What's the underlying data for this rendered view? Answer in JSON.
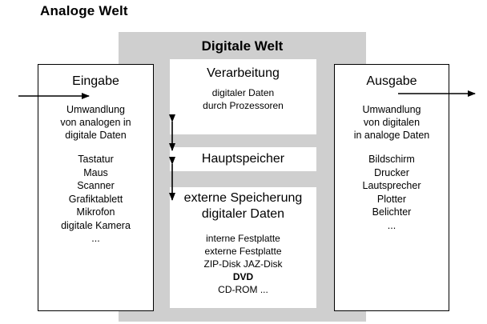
{
  "analog_title": "Analoge Welt",
  "digital_title": "Digitale Welt",
  "eingabe": {
    "heading": "Eingabe",
    "description": [
      "Umwandlung",
      "von analogen in",
      "digitale Daten"
    ],
    "items": [
      "Tastatur",
      "Maus",
      "Scanner",
      "Grafiktablett",
      "Mikrofon",
      "digitale Kamera",
      "..."
    ]
  },
  "ausgabe": {
    "heading": "Ausgabe",
    "description": [
      "Umwandlung",
      "von digitalen",
      "in analoge Daten"
    ],
    "items": [
      "Bildschirm",
      "Drucker",
      "Lautsprecher",
      "Plotter",
      "Belichter",
      "..."
    ]
  },
  "verarbeitung": {
    "heading": "Verarbeitung",
    "description": [
      "digitaler Daten",
      "durch Prozessoren"
    ]
  },
  "hauptspeicher": {
    "heading": "Hauptspeicher"
  },
  "extern": {
    "heading": [
      "externe Speicherung",
      "digitaler Daten"
    ],
    "items": [
      "interne Festplatte",
      "externe Festplatte",
      "ZIP-Disk  JAZ-Disk",
      "DVD",
      "CD-ROM ..."
    ]
  },
  "colors": {
    "panel": "#cfcfcf",
    "box_border": "#000000",
    "arrow": "#000000"
  }
}
